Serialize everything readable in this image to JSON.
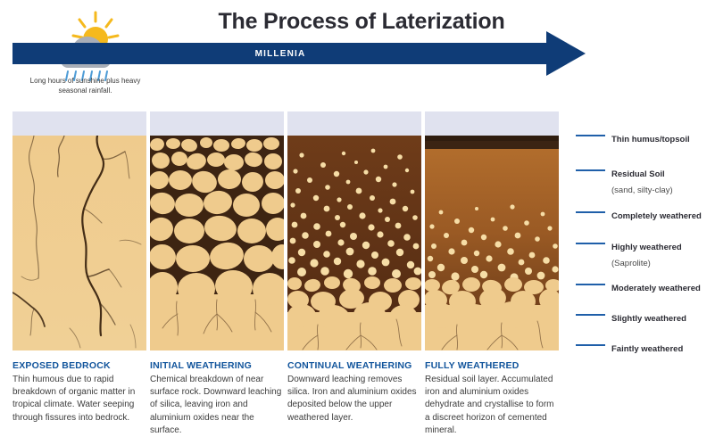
{
  "header": {
    "title": "The Process of Laterization",
    "timeline_label": "MILLENIA",
    "weather_caption": "Long hours of sunshine plus heavy seasonal rainfall.",
    "arrow_color": "#0f3c77",
    "sun_color": "#f5b91d",
    "cloud_color": "#a8aeb8",
    "rain_color": "#4e9cd6"
  },
  "panels": [
    {
      "stage_heading": "EXPOSED BEDROCK",
      "description": "Thin humous due to rapid breakdown of organic matter in tropical climate. Water seeping through fissures into bedrock.",
      "sky_color": "#e0e2ef",
      "rock_color": "#eecb8f",
      "matrix_color": "#4a2d16"
    },
    {
      "stage_heading": "INITIAL WEATHERING",
      "description": "Chemical breakdown of near surface rock. Downward leaching of silica, leaving iron and aluminium oxides near the surface.",
      "sky_color": "#e0e2ef",
      "rock_color": "#eecb8f",
      "matrix_color": "#3d2412"
    },
    {
      "stage_heading": "CONTINUAL WEATHERING",
      "description": "Downward leaching removes silica. Iron and aluminium oxides deposited below the upper weathered layer.",
      "sky_color": "#e0e2ef",
      "rock_color": "#eecb8f",
      "matrix_color": "#6b3a18"
    },
    {
      "stage_heading": "FULLY WEATHERED",
      "description": "Residual soil layer. Accumulated iron and aluminium oxides dehydrate and crystallise to form a discreet horizon of cemented mineral.",
      "sky_color": "#e0e2ef",
      "rock_color": "#eecb8f",
      "topsoil_color": "#3b2413",
      "laterite_color": "#b5702e"
    }
  ],
  "legend": {
    "line_color": "#1f5fa9",
    "items": [
      {
        "label": "Thin humus/topsoil",
        "sub": ""
      },
      {
        "label": "Residual Soil",
        "sub": "(sand, silty-clay)"
      },
      {
        "label": "Completely weathered",
        "sub": ""
      },
      {
        "label": "Highly weathered",
        "sub": "(Saprolite)"
      },
      {
        "label": "Moderately weathered",
        "sub": ""
      },
      {
        "label": "Slightly weathered",
        "sub": ""
      },
      {
        "label": "Faintly weathered",
        "sub": ""
      }
    ]
  }
}
